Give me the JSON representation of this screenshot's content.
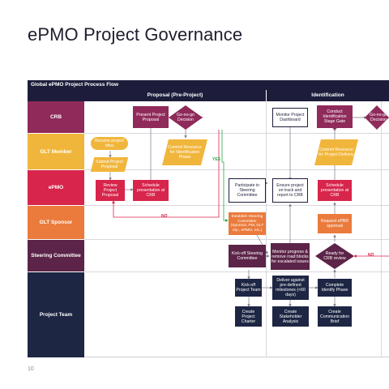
{
  "page": {
    "title": "ePMO Project Governance",
    "page_number": "10",
    "diagram_title": "Global ePMO Project Process Flow"
  },
  "phases": [
    "Proposal (Pre-Project)",
    "Identification"
  ],
  "lanes": [
    "CRB",
    "GLT Member",
    "ePMO",
    "GLT Sponsor",
    "Steering Committee",
    "Project Team"
  ],
  "colors": {
    "navy": "#1d1d3b",
    "crb": "#8f2a5a",
    "glt_member": "#f0b63c",
    "epmo": "#d7254b",
    "glt_sponsor": "#ea7b3c",
    "steering": "#5c2448",
    "project_team": "#1d2643",
    "yes": "#2aa84a",
    "no": "#d7254b"
  },
  "nodes": {
    "present_proposal": "Present Project Proposal",
    "go_decision_1": "Go-no-go Decision",
    "receive_idea": "Receive project idea",
    "submit_proposal": "Submit Project Proposal",
    "commit_resource_1": "Commit Resource for Identification Phase",
    "review_proposal": "Review Project Proposal",
    "schedule_crb_1": "Schedule presentation at CRB",
    "monitor_dashboard": "Monitor Project Dashboard",
    "conduct_gate": "Conduct Identification Stage Gate",
    "go_decision_2": "Go-no-go Decision",
    "commit_resource_2": "Commit Resource for Project Delivery",
    "participate_sc": "Participate in Steering Committee",
    "ensure_track": "Ensure project on track and report to CRB",
    "schedule_crb_2": "Schedule presentation at CRB",
    "establish_sc": "Establish Steering Committee (Sponsor, PM, GLT rep., ePMO, etc.)",
    "request_epbr": "Request ePBR approval",
    "kickoff_sc": "Kick-off Steering Committee",
    "monitor_progress": "Monitor progress & remove road blocks for escalated issues",
    "ready_review": "Ready for CRB review",
    "kickoff_team": "Kick-off Project Team",
    "deliver_milestones": "Deliver against pre-defined milestones (<60 days)",
    "complete_identify": "Complete Identify Phase",
    "create_charter": "Create Project Charter",
    "create_stakeholder": "Create Stakeholder Analysis",
    "create_comm": "Create Communication Brief"
  },
  "labels": {
    "yes": "YES",
    "no1": "NO",
    "no2": "NO"
  }
}
